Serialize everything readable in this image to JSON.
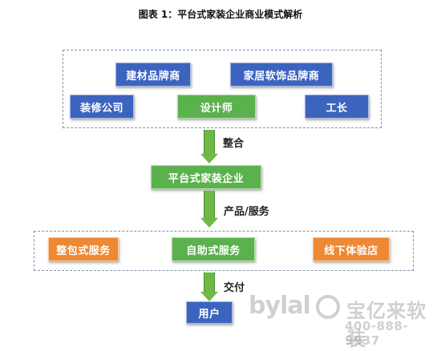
{
  "title": "图表 1：平台式家装企业商业模式解析",
  "top_group": {
    "brand_a": "建材品牌商",
    "brand_b": "家居软饰品牌商",
    "decoration_company": "装修公司",
    "designer": "设计师",
    "foreman": "工长"
  },
  "flow": {
    "integrate_label": "整合",
    "platform_company": "平台式家装企业",
    "product_service_label": "产品/服务",
    "deliver_label": "交付",
    "user": "用户"
  },
  "bottom_group": {
    "full_package": "整包式服务",
    "self_service": "自助式服务",
    "offline_store": "线下体验店"
  },
  "watermark": {
    "brand": "bylal",
    "cn_name": "宝亿来软装",
    "phone": "400-888-9937"
  },
  "colors": {
    "blue": "#3c64bf",
    "green": "#5bb14d",
    "orange": "#ee8833",
    "arrow": "#6fb946",
    "dashed_border": "#7f93ad"
  }
}
